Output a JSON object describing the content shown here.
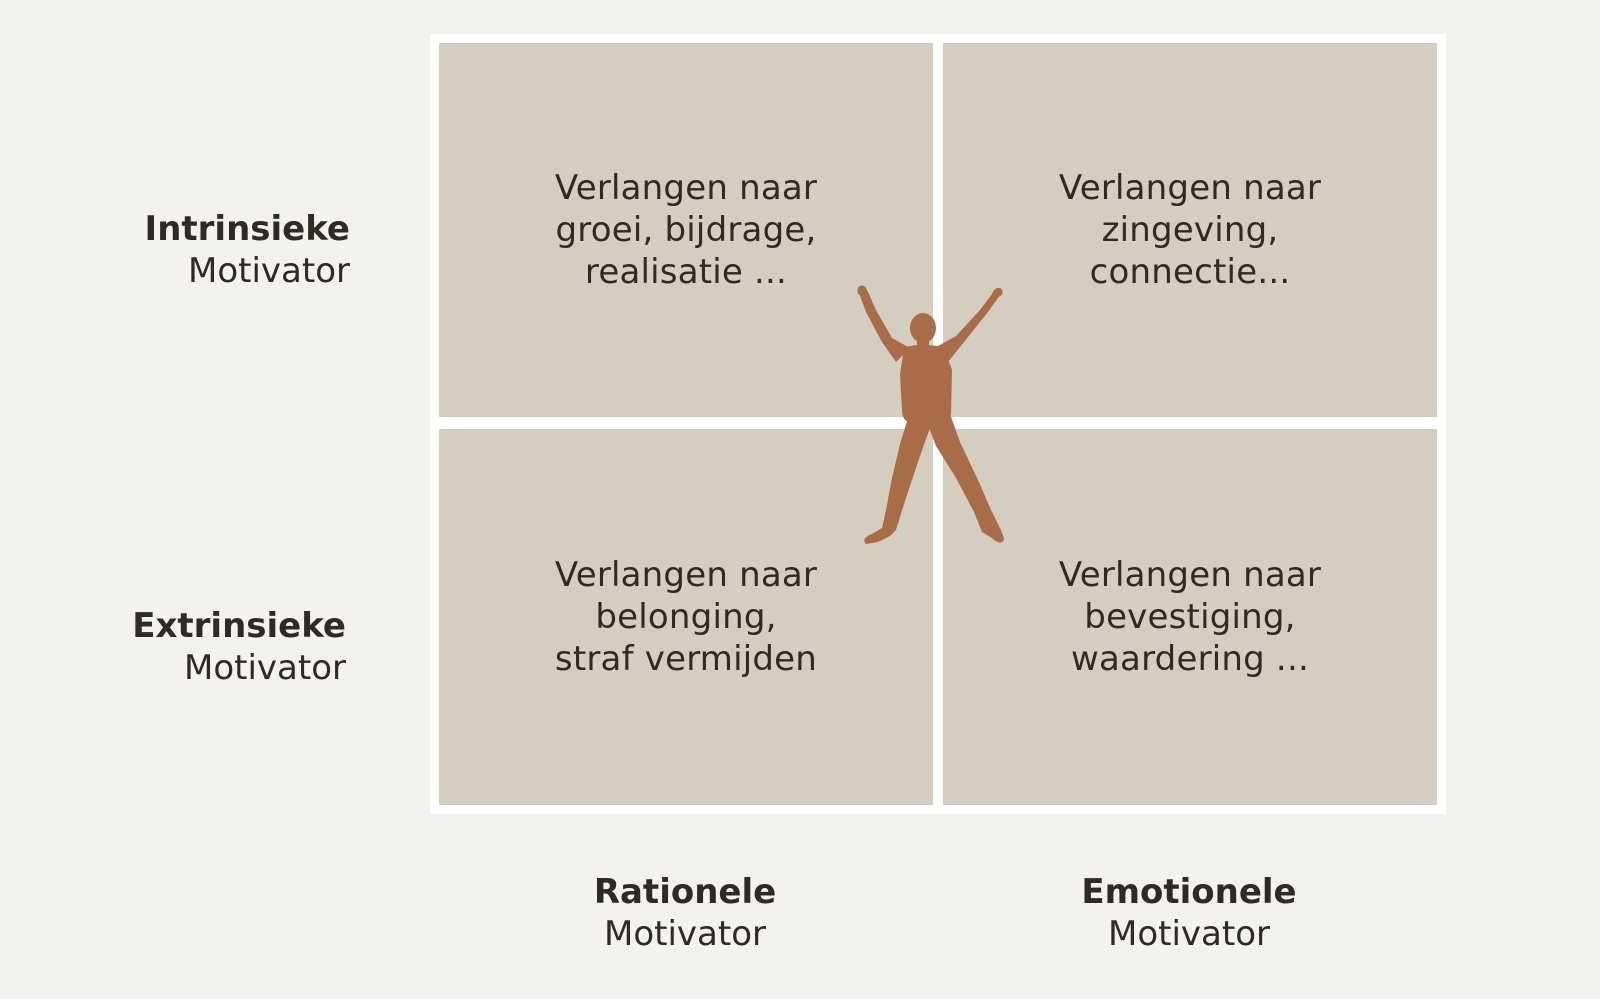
{
  "rows": {
    "intrinsic": {
      "bold": "Intrinsieke",
      "regular": "Motivator"
    },
    "extrinsic": {
      "bold": "Extrinsieke",
      "regular": "Motivator"
    }
  },
  "columns": {
    "rational": {
      "bold": "Rationele",
      "regular": "Motivator"
    },
    "emotional": {
      "bold": "Emotionele",
      "regular": "Motivator"
    }
  },
  "quadrants": {
    "top_left": [
      "Verlangen naar",
      "groei, bijdrage,",
      "realisatie ..."
    ],
    "top_right": [
      "Verlangen naar",
      "zingeving,",
      "connectie..."
    ],
    "bottom_left": [
      "Verlangen naar",
      "belonging,",
      "straf vermijden"
    ],
    "bottom_right": [
      "Verlangen naar",
      "bevestiging,",
      "waardering ..."
    ]
  },
  "colors": {
    "background": "#f3f2ee",
    "quadrant_fill": "#d5cdc0",
    "divider": "#ffffff",
    "text": "#2e2a24",
    "figure": "#a86d48"
  },
  "icons": {
    "figure": "person-jumping-arms-raised-icon"
  }
}
